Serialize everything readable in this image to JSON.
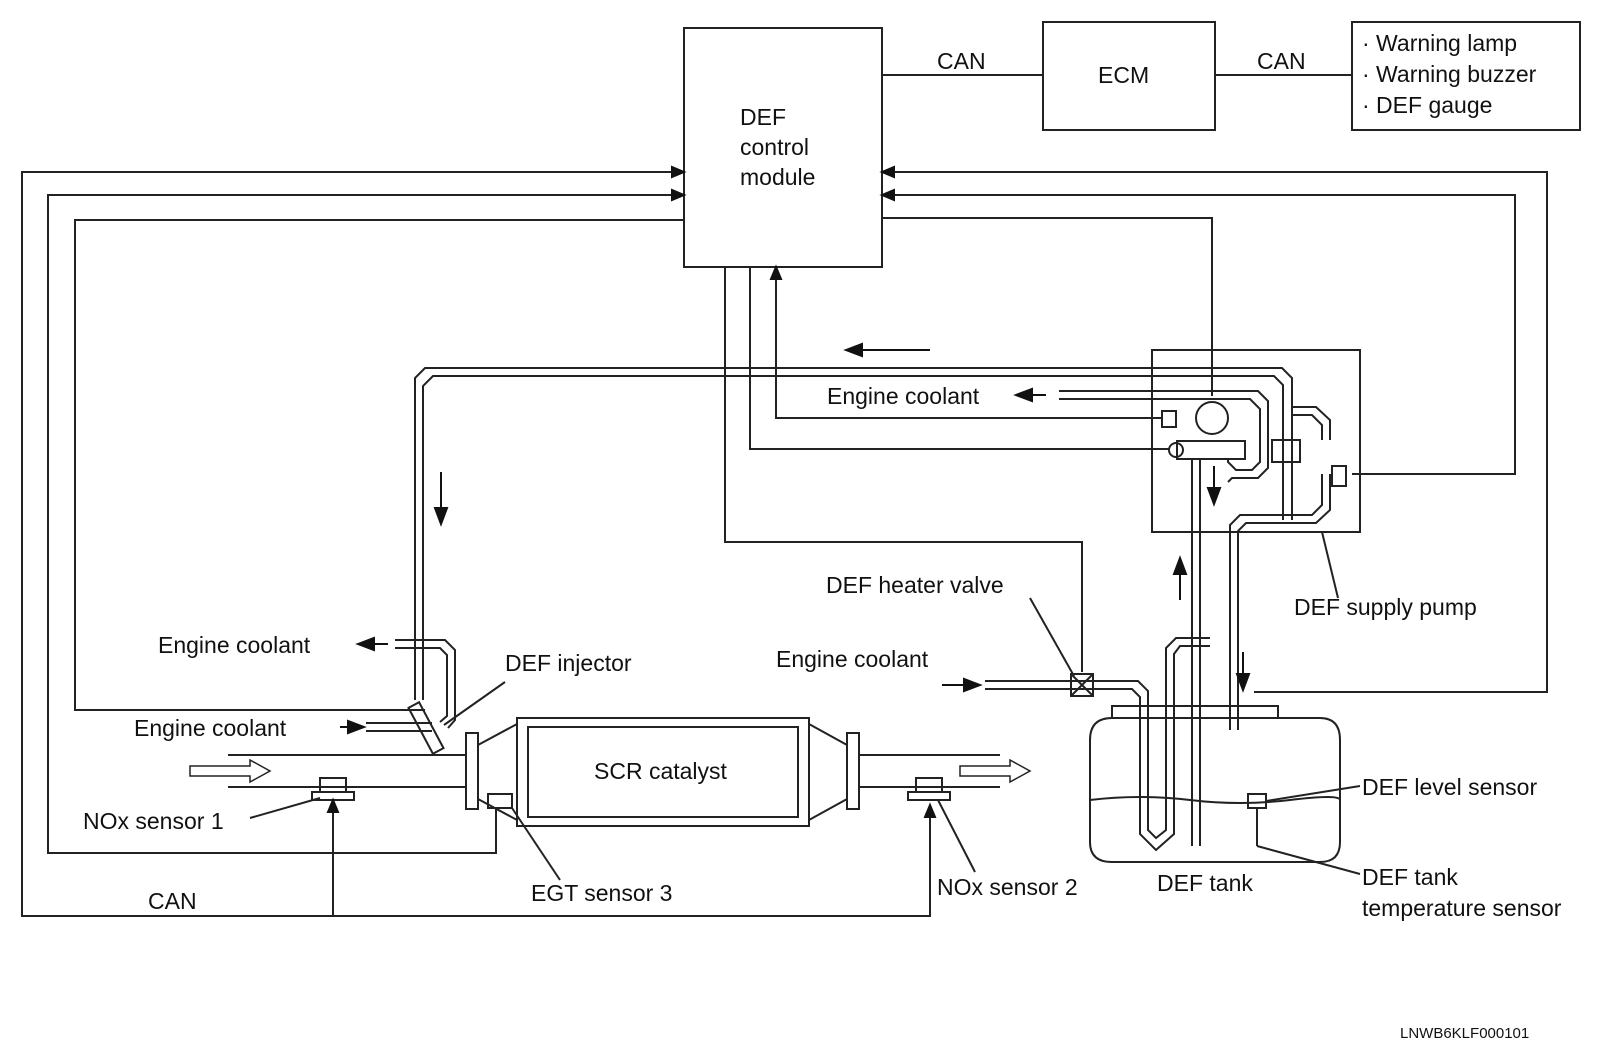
{
  "components": {
    "control_module": [
      "DEF",
      "control",
      "module"
    ],
    "ecm": "ECM",
    "outputs": [
      "· Warning lamp",
      "· Warning buzzer",
      "· DEF gauge"
    ],
    "scr_catalyst": "SCR catalyst",
    "def_tank": "DEF tank",
    "def_supply_pump": "DEF supply pump"
  },
  "labels": {
    "can_top_left": "CAN",
    "can_top_right": "CAN",
    "can_bottom": "CAN",
    "engine_coolant_pump": "Engine coolant",
    "engine_coolant_injector_out": "Engine coolant",
    "engine_coolant_injector_in": "Engine coolant",
    "engine_coolant_heater": "Engine coolant",
    "def_heater_valve": "DEF heater valve",
    "def_injector": "DEF injector",
    "nox_sensor_1": "NOx sensor 1",
    "nox_sensor_2": "NOx sensor 2",
    "egt_sensor_3": "EGT sensor 3",
    "def_level_sensor": "DEF level sensor",
    "def_tank_temp_sensor": [
      "DEF tank",
      "temperature sensor"
    ],
    "figure_code": "LNWB6KLF000101"
  }
}
